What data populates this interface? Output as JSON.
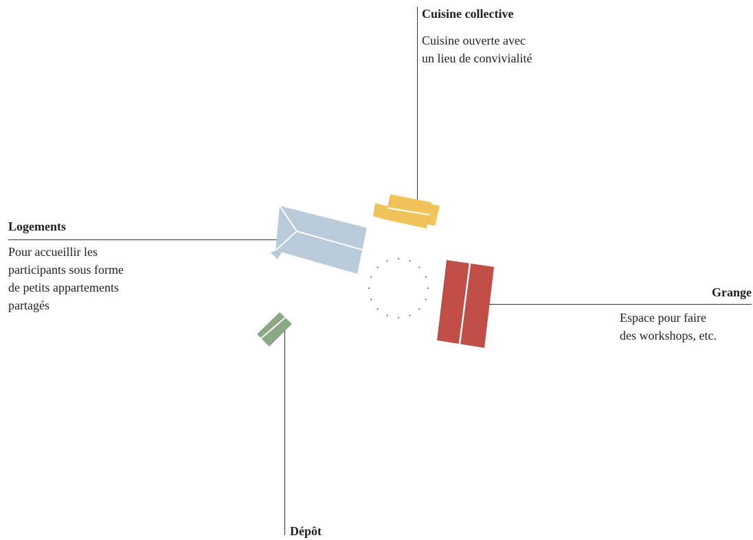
{
  "buildings": {
    "cuisine": {
      "title": "Cuisine collective",
      "description": [
        "Cuisine ouverte avec",
        "un lieu de convivialité"
      ],
      "color": "#f0c45a"
    },
    "logements": {
      "title": "Logements",
      "description": [
        "Pour accueillir les",
        "participants sous forme",
        "de petits appartements",
        "partagés"
      ],
      "color": "#b9cad8"
    },
    "grange": {
      "title": "Grange",
      "description": [
        "Espace pour faire",
        "des workshops, etc."
      ],
      "color": "#c04e47"
    },
    "depot": {
      "title": "Dépôt",
      "color": "#8aa886"
    }
  },
  "leader_color": "#333333",
  "courtyard_dot_color": "#555555"
}
